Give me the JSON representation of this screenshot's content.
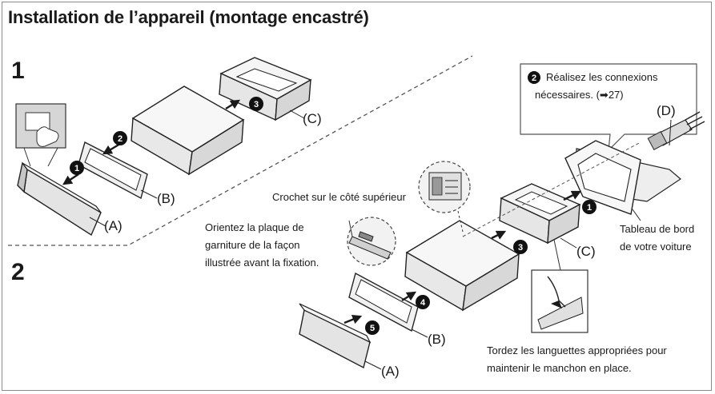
{
  "title": "Installation de l’appareil (montage encastré)",
  "steps": {
    "step1": "1",
    "step2": "2"
  },
  "part_labels": {
    "a": "(A)",
    "b": "(B)",
    "c": "(C)",
    "d": "(D)"
  },
  "markers": {
    "m1": "1",
    "m2": "2",
    "m3": "3",
    "m4": "4",
    "m5": "5"
  },
  "notes": {
    "connections_line1": "Réalisez les connexions",
    "connections_line2": "nécessaires. (➡27)",
    "hook": "Crochet sur le côté supérieur",
    "orient_line1": "Orientez la plaque de",
    "orient_line2": "garniture de la façon",
    "orient_line3": "illustrée avant la fixation.",
    "dashboard_line1": "Tableau de bord",
    "dashboard_line2": "de votre voiture",
    "tabs_line1": "Tordez les languettes appropriées pour",
    "tabs_line2": "maintenir le manchon en place."
  }
}
